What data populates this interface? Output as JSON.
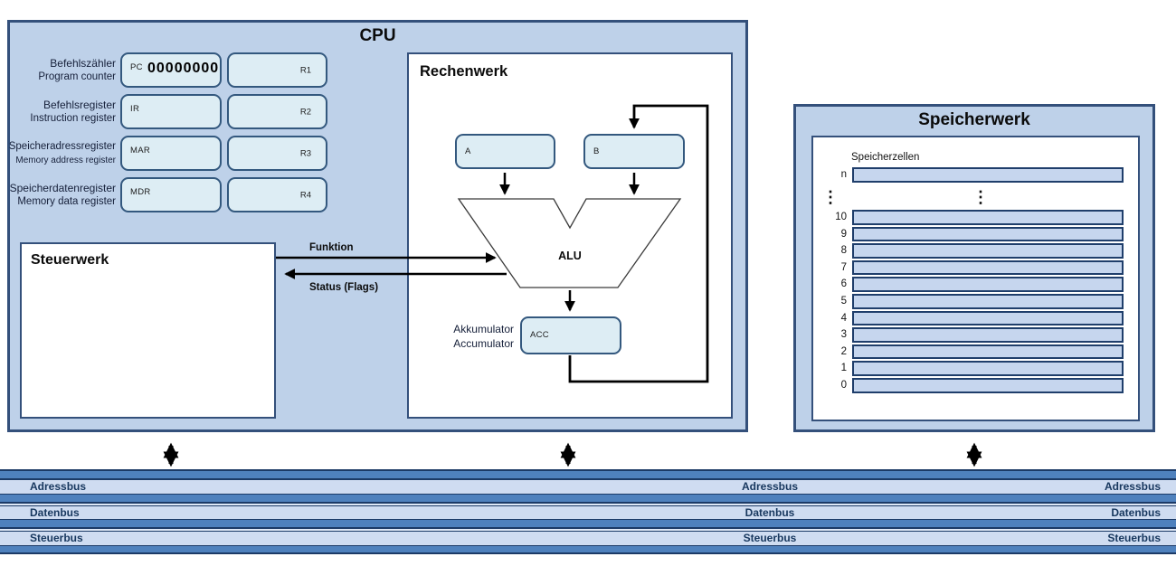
{
  "cpu": {
    "title": "CPU",
    "registers": [
      {
        "name_de": "Befehlszähler",
        "name_en": "Program counter",
        "code": "PC",
        "value": "00000000",
        "right_code": "R1"
      },
      {
        "name_de": "Befehlsregister",
        "name_en": "Instruction register",
        "code": "IR",
        "value": "",
        "right_code": "R2"
      },
      {
        "name_de": "Speicheradressregister",
        "name_en": "Memory address register",
        "code": "MAR",
        "value": "",
        "right_code": "R3"
      },
      {
        "name_de": "Speicherdatenregister",
        "name_en": "Memory data register",
        "code": "MDR",
        "value": "",
        "right_code": "R4"
      }
    ],
    "steuerwerk": {
      "title": "Steuerwerk"
    },
    "rechenwerk": {
      "title": "Rechenwerk",
      "operand_a": "A",
      "operand_b": "B",
      "alu": "ALU",
      "acc_code": "ACC",
      "acc_label_de": "Akkumulator",
      "acc_label_en": "Accumulator"
    },
    "signals": {
      "funktion": "Funktion",
      "status": "Status (Flags)"
    }
  },
  "memory": {
    "title": "Speicherwerk",
    "cells_label": "Speicherzellen",
    "row_n": "n",
    "ellipsis": "⋮",
    "rows": [
      "10",
      "9",
      "8",
      "7",
      "6",
      "5",
      "4",
      "3",
      "2",
      "1",
      "0"
    ]
  },
  "buses": {
    "adressbus": "Adressbus",
    "datenbus": "Datenbus",
    "steuerbus": "Steuerbus"
  },
  "colors": {
    "panel_fill": "#bed1e9",
    "panel_border": "#34507b",
    "register_fill": "#ddedf4",
    "register_border": "#33587e",
    "memory_cell_fill": "#c6d6ee",
    "memory_cell_border": "#1f3e6b",
    "bus_medium": "#4f81bd",
    "bus_navy": "#1c3a66",
    "bus_light": "#cfdcf1",
    "bus_label_text": "#17375e",
    "arrow_black": "#000000"
  }
}
